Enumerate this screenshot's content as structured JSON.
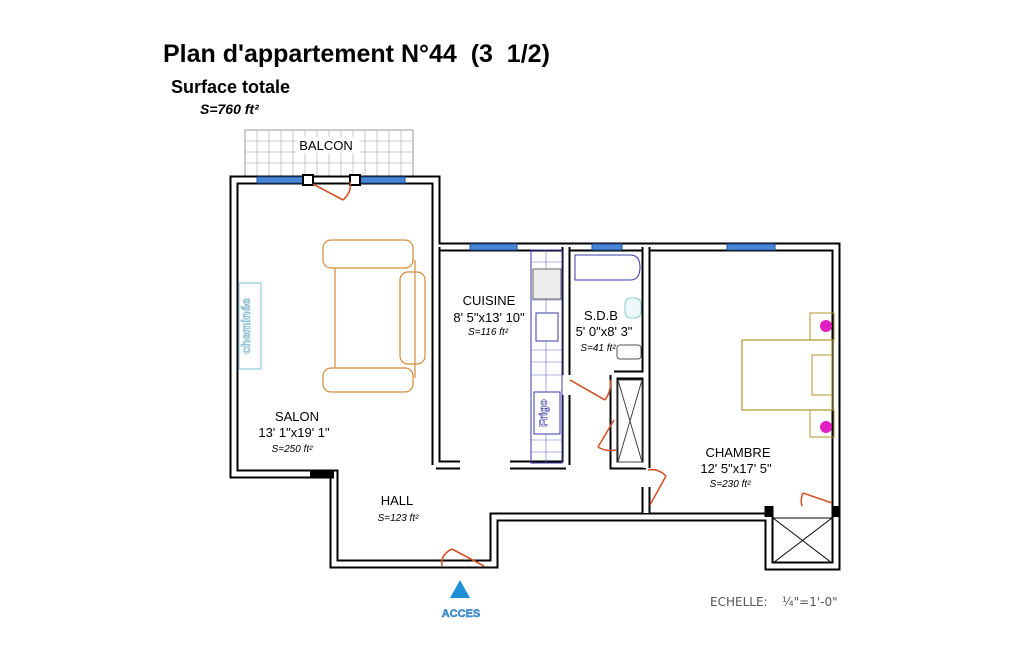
{
  "header": {
    "title": "Plan d'appartement N°44  (3  1/2)",
    "subtitle": "Surface totale",
    "total_area": "S=760 ft²"
  },
  "rooms": {
    "balcon": {
      "name": "BALCON"
    },
    "salon": {
      "name": "SALON",
      "dims": "13' 1\"x19' 1\"",
      "area": "S=250 ft²"
    },
    "cuisine": {
      "name": "CUISINE",
      "dims": "8' 5\"x13' 10\"",
      "area": "S=116 ft²"
    },
    "sdb": {
      "name": "S.D.B",
      "dims": "5' 0\"x8' 3\"",
      "area": "S=41 ft²"
    },
    "chambre": {
      "name": "CHAMBRE",
      "dims": "12' 5\"x17' 5\"",
      "area": "S=230 ft²"
    },
    "hall": {
      "name": "HALL",
      "area": "S=123 ft²"
    }
  },
  "fixtures": {
    "fireplace": "cheminée",
    "fridge": "Frigo"
  },
  "entrance": {
    "label": "ACCES",
    "color": "#1e90d6"
  },
  "scale": {
    "label": "ECHELLE:",
    "value": "¼\"=1'-0\""
  }
}
